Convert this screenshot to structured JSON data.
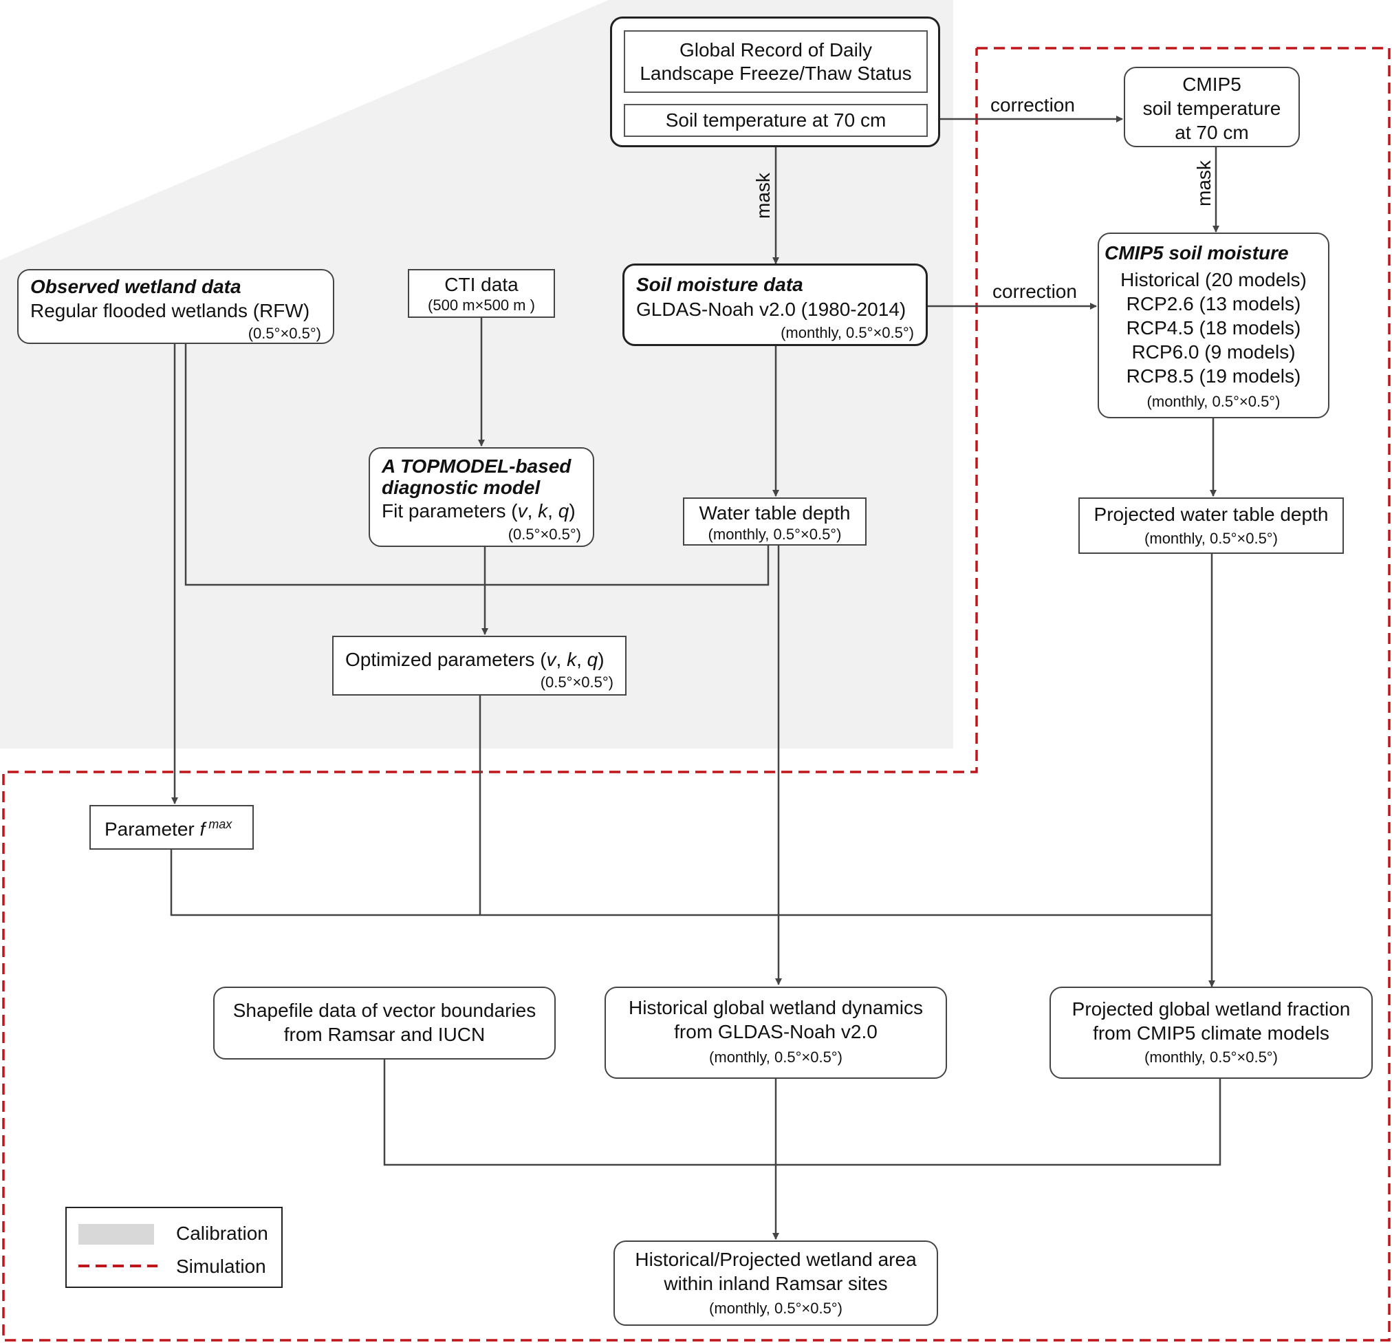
{
  "colors": {
    "calibration_fill": "#f1f1f1",
    "simulation_dash": "#c0151a",
    "line": "#444444"
  },
  "nodes": {
    "freeze_thaw": {
      "line1": "Global Record of Daily",
      "line2": "Landscape Freeze/Thaw Status",
      "soil_temp": "Soil temperature at 70 cm"
    },
    "cmip5_temp": {
      "line1": "CMIP5",
      "line2": "soil temperature",
      "line3": "at 70 cm"
    },
    "observed_wetland": {
      "title": "Observed wetland data",
      "line1": "Regular flooded wetlands (RFW)",
      "res": "(0.5°×0.5°)"
    },
    "cti": {
      "line1": "CTI data",
      "line2": "(500 m×500 m )"
    },
    "soil_moisture": {
      "title": "Soil moisture data",
      "line1": "GLDAS-Noah v2.0 (1980-2014)",
      "res": "(monthly, 0.5°×0.5°)"
    },
    "cmip5_moisture": {
      "title": "CMIP5 soil moisture",
      "items": [
        "Historical (20 models)",
        "RCP2.6 (13 models)",
        "RCP4.5 (18 models)",
        "RCP6.0 (9 models)",
        "RCP8.5 (19 models)"
      ],
      "res": "(monthly, 0.5°×0.5°)"
    },
    "topmodel": {
      "title1": "A TOPMODEL-based",
      "title2": "diagnostic model",
      "line1_pre": "Fit parameters (",
      "v": "v",
      "sep1": ", ",
      "k": "k",
      "sep2": ", ",
      "q": "q",
      "line1_post": ")",
      "res": "(0.5°×0.5°)"
    },
    "water_table": {
      "line1": "Water table depth",
      "res": "(monthly, 0.5°×0.5°)"
    },
    "projected_wt": {
      "line1": "Projected water table depth",
      "res": "(monthly, 0.5°×0.5°)"
    },
    "optimized": {
      "line1_pre": "Optimized parameters (",
      "v": "v",
      "sep1": ", ",
      "k": "k",
      "sep2": ", ",
      "q": "q",
      "line1_post": ")",
      "res": "(0.5°×0.5°)"
    },
    "fmax": {
      "label": "Parameter ",
      "f": "f",
      "sup": " max"
    },
    "shapefile": {
      "line1": "Shapefile data of vector boundaries",
      "line2": "from Ramsar and IUCN"
    },
    "hist_dynamics": {
      "line1": "Historical global wetland dynamics",
      "line2": "from GLDAS-Noah v2.0",
      "res": "(monthly, 0.5°×0.5°)"
    },
    "proj_fraction": {
      "line1": "Projected global wetland fraction",
      "line2": "from CMIP5 climate models",
      "res": "(monthly, 0.5°×0.5°)"
    },
    "ramsar_area": {
      "line1": "Historical/Projected wetland area",
      "line2": "within inland Ramsar sites",
      "res": "(monthly, 0.5°×0.5°)"
    }
  },
  "edge_labels": {
    "correction_top": "correction",
    "correction_mid": "correction",
    "mask_left": "mask",
    "mask_right": "mask"
  },
  "legend": {
    "calibration": "Calibration",
    "simulation": "Simulation"
  }
}
